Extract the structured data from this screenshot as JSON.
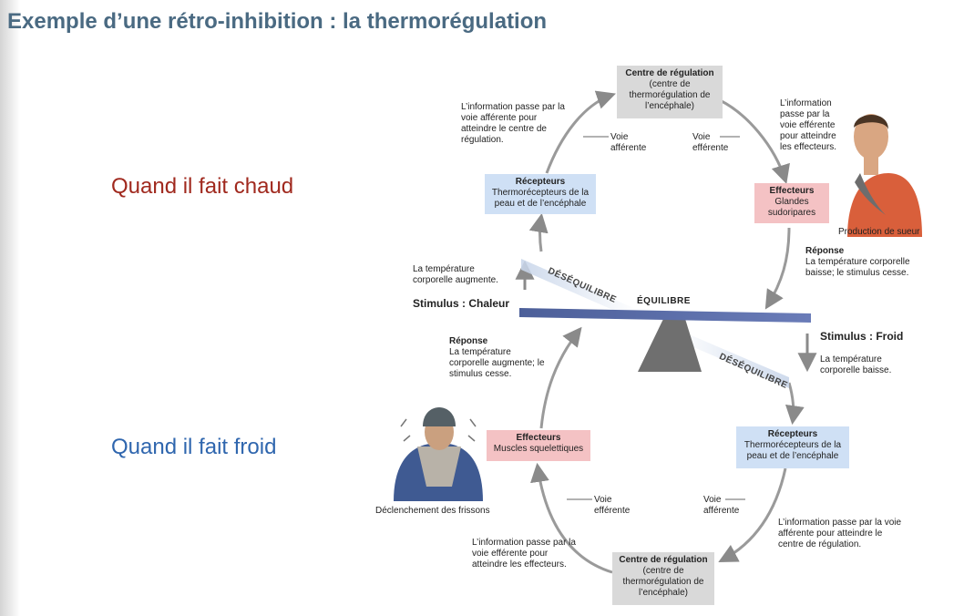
{
  "title": "Exemple d’une rétro-inhibition : la thermorégulation",
  "labels": {
    "hot": "Quand il fait chaud",
    "cold": "Quand il fait froid"
  },
  "top_cycle": {
    "centre": {
      "head": "Centre de régulation",
      "body": "(centre de thermorégulation de l’encéphale)"
    },
    "recepteurs": {
      "head": "Récepteurs",
      "body": "Thermorécepteurs de la peau et de l’encéphale"
    },
    "effecteurs": {
      "head": "Effecteurs",
      "body": "Glandes sudoripares"
    },
    "info_afferente": "L’information passe par la voie afférente pour atteindre le centre de régulation.",
    "info_efferente": "L’information passe par la voie efférente pour atteindre les effecteurs.",
    "voie_afferente": "Voie afférente",
    "voie_efferente": "Voie efférente",
    "image_caption": "Production de sueur",
    "reponse_head": "Réponse",
    "reponse_body": "La température corporelle baisse; le stimulus cesse.",
    "stimulus": "Stimulus : Chaleur",
    "stimulus_note": "La température corporelle augmente.",
    "desequilibre": "DÉSÉQUILIBRE"
  },
  "balance": {
    "equilibre": "ÉQUILIBRE"
  },
  "bottom_cycle": {
    "centre": {
      "head": "Centre de régulation",
      "body": "(centre de thermorégulation de l’encéphale)"
    },
    "recepteurs": {
      "head": "Récepteurs",
      "body": "Thermorécepteurs de la peau et de l’encéphale"
    },
    "effecteurs": {
      "head": "Effecteurs",
      "body": "Muscles squelettiques"
    },
    "info_afferente": "L’information passe par la voie afférente pour atteindre le centre de régulation.",
    "info_efferente": "L’information passe par la voie efférente pour atteindre les effecteurs.",
    "voie_afferente": "Voie afférente",
    "voie_efferente": "Voie efférente",
    "image_caption": "Déclenchement des frissons",
    "reponse_head": "Réponse",
    "reponse_body": "La température corporelle augmente; le stimulus cesse.",
    "stimulus": "Stimulus : Froid",
    "stimulus_note": "La température corporelle baisse.",
    "desequilibre": "DÉSÉQUILIBRE"
  }
}
